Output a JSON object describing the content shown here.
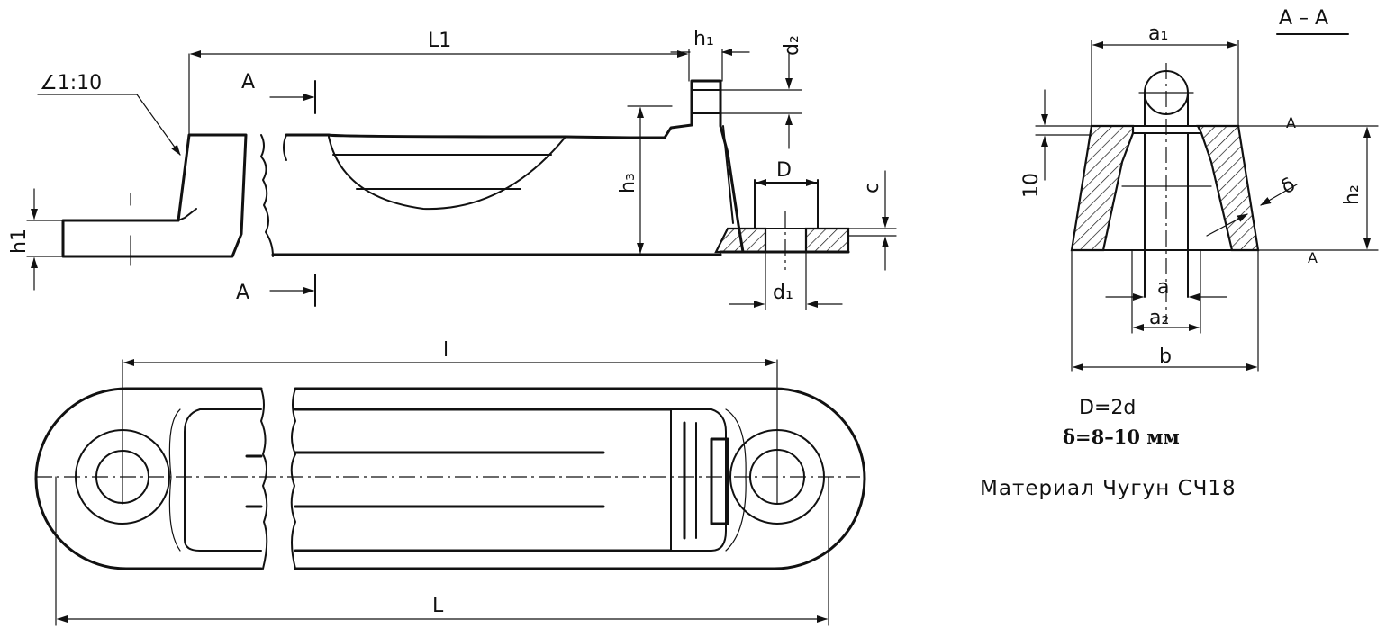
{
  "labels": {
    "taper": "∠1:10",
    "L1": "L1",
    "h1_top": "h₁",
    "d2": "d₂",
    "A_top": "A",
    "A_bottom": "A",
    "h3": "h₃",
    "D": "D",
    "c": "c",
    "h1_left": "h1",
    "d1": "d₁",
    "l": "l",
    "L": "L",
    "section_title": "A – A",
    "a1": "a₁",
    "ten": "10",
    "h2": "h₂",
    "delta": "δ",
    "a": "a",
    "a2": "a₂",
    "b": "b",
    "sec_A_right_top": "A",
    "sec_A_right_bottom": "A"
  },
  "notes": {
    "formula": "D=2d",
    "delta_range": "δ=8–10 мм",
    "material": "Материал  Чугун  СЧ18"
  }
}
